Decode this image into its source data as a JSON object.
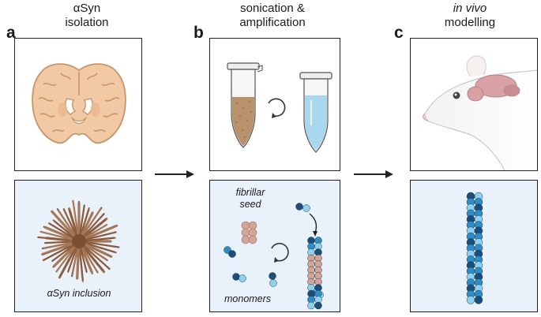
{
  "panels": {
    "a": {
      "letter": "a",
      "title_line1": "αSyn",
      "title_line2": "isolation",
      "inclusion_label": "αSyn inclusion"
    },
    "b": {
      "letter": "b",
      "title_line1": "sonication &",
      "title_line2": "amplification",
      "seed_label_line1": "fibrillar",
      "seed_label_line2": "seed",
      "monomers_label": "monomers"
    },
    "c": {
      "letter": "c",
      "title_line1": "in vivo",
      "title_line2": "modelling"
    }
  },
  "colors": {
    "border": "#222222",
    "tint_background": "#e9f1fa",
    "brain_tissue": "#f2c9a5",
    "inclusion_brown": "#8a5a3c",
    "seed_pink": "#d4a497",
    "monomer_dark": "#1d4e79",
    "monomer_mid": "#2f8cc4",
    "monomer_light": "#8fd0ec",
    "tube_liquid_brown": "#b8926a",
    "tube_liquid_blue": "#a9d7ee",
    "rat_brain_pink": "#d8a1a4"
  },
  "icons": [
    "brain-section-icon",
    "aggregate-icon",
    "test-tube-icon",
    "cycle-icon",
    "rat-head-icon",
    "fibril-icon"
  ]
}
